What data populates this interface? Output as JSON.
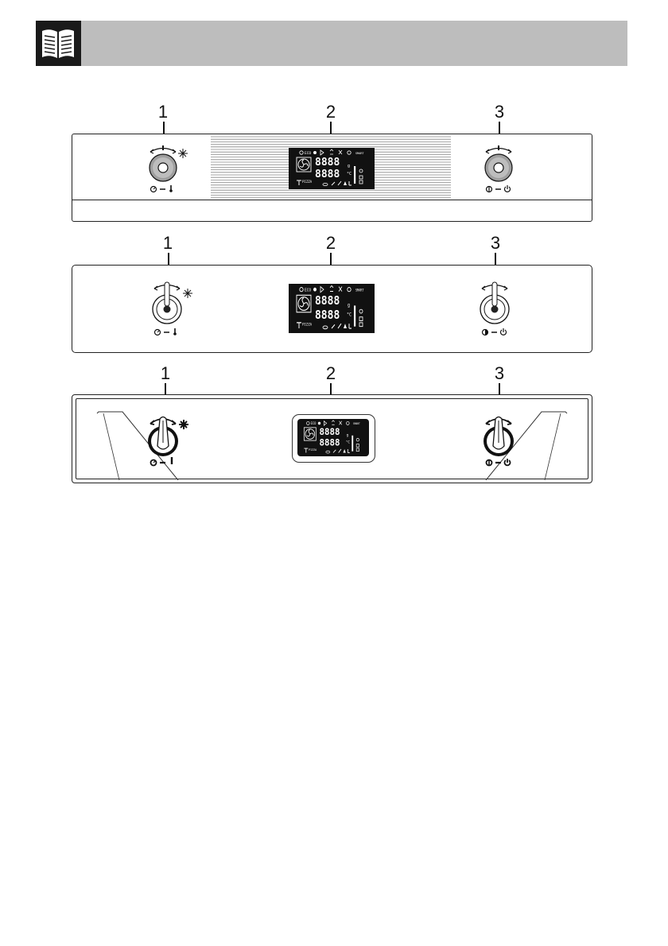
{
  "header": {
    "icon": "open-book-icon",
    "background": "#bdbdbd",
    "icon_background": "#1a1a1a"
  },
  "callouts": {
    "top": [
      "1",
      "2",
      "3"
    ],
    "middle": [
      "1",
      "2",
      "3"
    ],
    "bottom": [
      "1",
      "2",
      "3"
    ]
  },
  "display": {
    "eco_label": "ECO",
    "pizza_label": "PIZZA",
    "smart_label": "SMART",
    "digits_top": "8888",
    "digits_bottom": "8888",
    "unit_top": "g",
    "unit_bottom": "°C",
    "icons": [
      "clock-icon",
      "eco-icon",
      "settings-icon",
      "play-icon",
      "temperature-icon",
      "cleaning-icon",
      "timer-icon",
      "fan-icon",
      "wifi-icon",
      "lock-icon"
    ]
  },
  "knobs": {
    "left_icons": [
      "timer-icon",
      "thermometer-icon",
      "sparkle-icon"
    ],
    "right_icons": [
      "half-circle-icon",
      "power-icon"
    ]
  }
}
